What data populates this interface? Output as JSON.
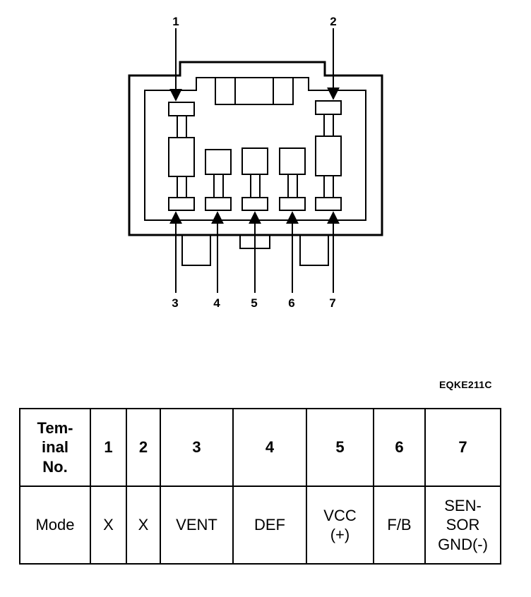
{
  "diagram": {
    "title": "",
    "pin_labels": [
      "1",
      "2",
      "3",
      "4",
      "5",
      "6",
      "7"
    ]
  },
  "figure_code": "EQKE211C",
  "table": {
    "header_label": "Tem-\ninal\nNo.",
    "mode_label": "Mode",
    "terminals": [
      "1",
      "2",
      "3",
      "4",
      "5",
      "6",
      "7"
    ],
    "modes": [
      "X",
      "X",
      "VENT",
      "DEF",
      "VCC\n(+)",
      "F/B",
      "SEN-\nSOR\nGND(-)"
    ]
  }
}
